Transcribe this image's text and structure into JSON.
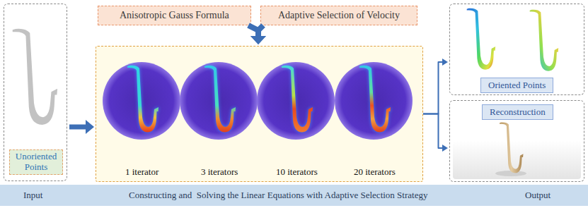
{
  "diagram": {
    "nodes": [
      {
        "text": [
          "Unoriented Points"
        ]
      },
      {
        "text": [
          "Anisotropic Gauss Formula"
        ]
      },
      {
        "text": [
          "Adaptive Selection of Velocity"
        ]
      },
      {
        "text": [
          "1 iterator",
          "3 iterators",
          "10 iterators",
          "20 iterators"
        ]
      },
      {
        "text": [
          "Oriented Points"
        ]
      },
      {
        "text": [
          "Reconstruction"
        ]
      },
      {
        "text": [
          "Input",
          "Constructing and  Solving the Linear Equations with Adaptive Selection Strategy",
          "Output"
        ]
      }
    ],
    "edges": [
      {
        "from": 0,
        "to": 3,
        "arrow": "to"
      },
      {
        "from": 1,
        "to": 3,
        "arrow": "to"
      },
      {
        "from": 2,
        "to": 3,
        "arrow": "to"
      },
      {
        "from": 3,
        "to": 4,
        "arrow": "to"
      },
      {
        "from": 3,
        "to": 5,
        "arrow": "to"
      }
    ]
  }
}
